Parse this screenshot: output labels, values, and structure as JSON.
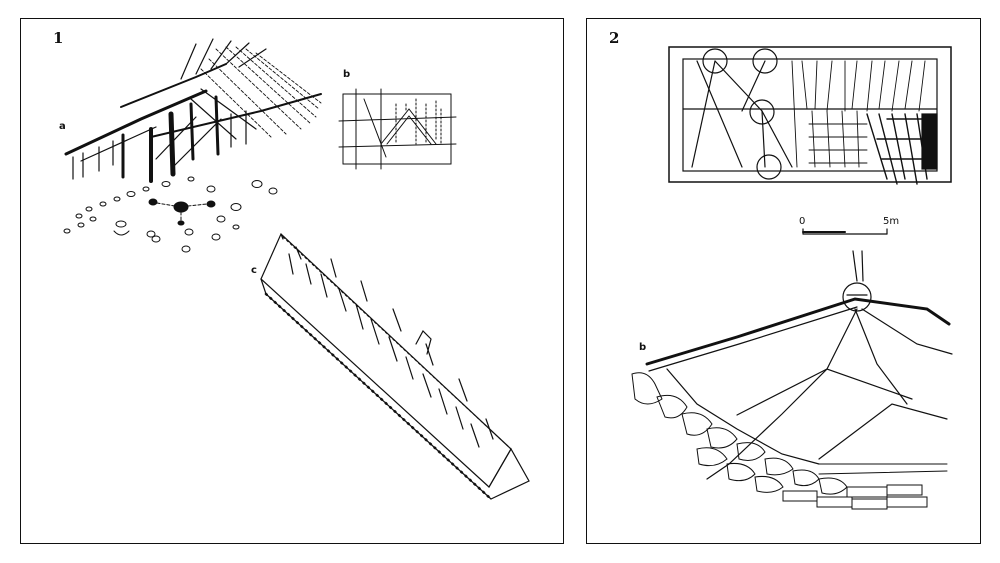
{
  "panel1": {
    "number": "1",
    "labels": {
      "a": "a",
      "b": "b",
      "c": "c"
    }
  },
  "panel2": {
    "number": "2",
    "labels": {
      "b": "b"
    },
    "scale": {
      "start": "0",
      "end": "5m"
    }
  }
}
